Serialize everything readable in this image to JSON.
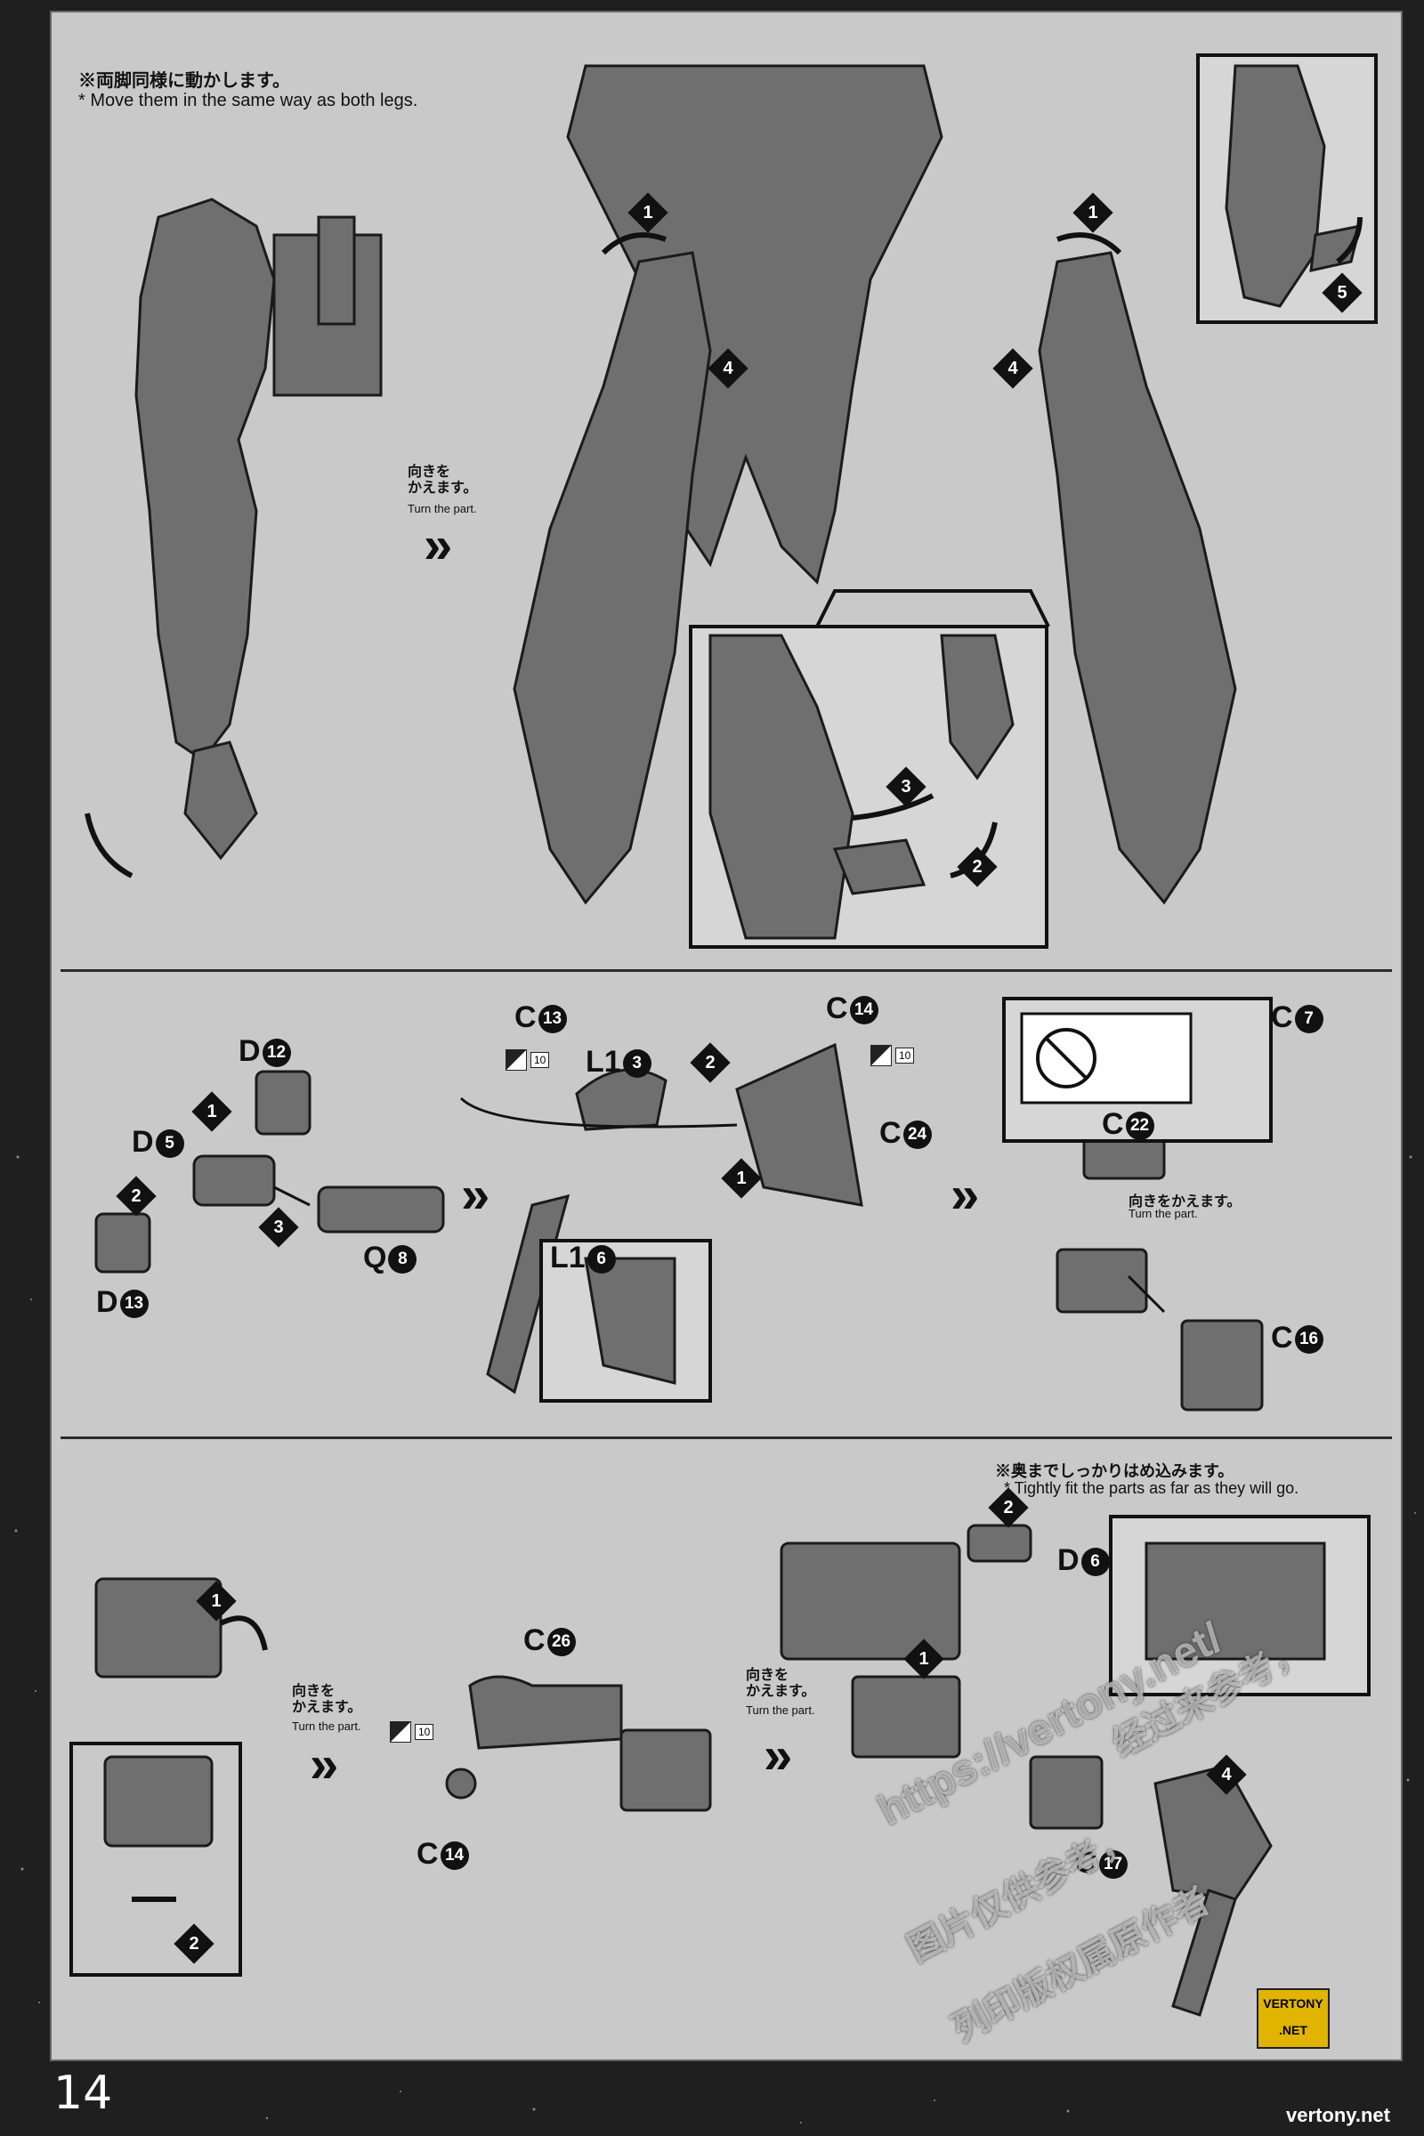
{
  "page": {
    "number": "14",
    "site_footer": "vertony.net",
    "badge": "VERTONY .NET",
    "watermark": {
      "url": "https://vertony.net/",
      "line1": "经过来参考，",
      "line2": "图片仅供参考，",
      "line3": "列印版权属原作者"
    }
  },
  "section1": {
    "note_jp": "※両脚同様に動かします。",
    "note_en": "* Move them in the same way as both legs.",
    "turn_jp": "向きを\nかえます。",
    "turn_en": "Turn the part.",
    "steps": [
      "1",
      "1",
      "4",
      "4",
      "5",
      "3",
      "2"
    ]
  },
  "section2": {
    "parts": {
      "d12": {
        "letter": "D",
        "num": "12"
      },
      "d5": {
        "letter": "D",
        "num": "5"
      },
      "d13": {
        "letter": "D",
        "num": "13"
      },
      "q8": {
        "letter": "Q",
        "num": "8"
      },
      "c13": {
        "letter": "C",
        "num": "13"
      },
      "l13": {
        "letter": "L1",
        "num": "3"
      },
      "l16": {
        "letter": "L1",
        "num": "6"
      },
      "c14": {
        "letter": "C",
        "num": "14"
      },
      "c24": {
        "letter": "C",
        "num": "24"
      },
      "c7": {
        "letter": "C",
        "num": "7"
      },
      "c22": {
        "letter": "C",
        "num": "22"
      },
      "c16": {
        "letter": "C",
        "num": "16"
      }
    },
    "tag_num": "10",
    "turn_jp": "向きをかえます。",
    "turn_en": "Turn the part.",
    "steps": [
      "1",
      "2",
      "3",
      "2",
      "1"
    ]
  },
  "section3": {
    "note_jp": "※奥までしっかりはめ込みます。",
    "note_en": "* Tightly fit the parts as far as they will go.",
    "turn_jp": "向きを\nかえます。",
    "turn_en": "Turn the part.",
    "parts": {
      "c26": {
        "letter": "C",
        "num": "26"
      },
      "c14": {
        "letter": "C",
        "num": "14"
      },
      "d6": {
        "letter": "D",
        "num": "6"
      },
      "c17": {
        "letter": "C",
        "num": "17"
      }
    },
    "tag_num": "10",
    "steps": [
      "1",
      "2",
      "2",
      "1",
      "4"
    ]
  }
}
